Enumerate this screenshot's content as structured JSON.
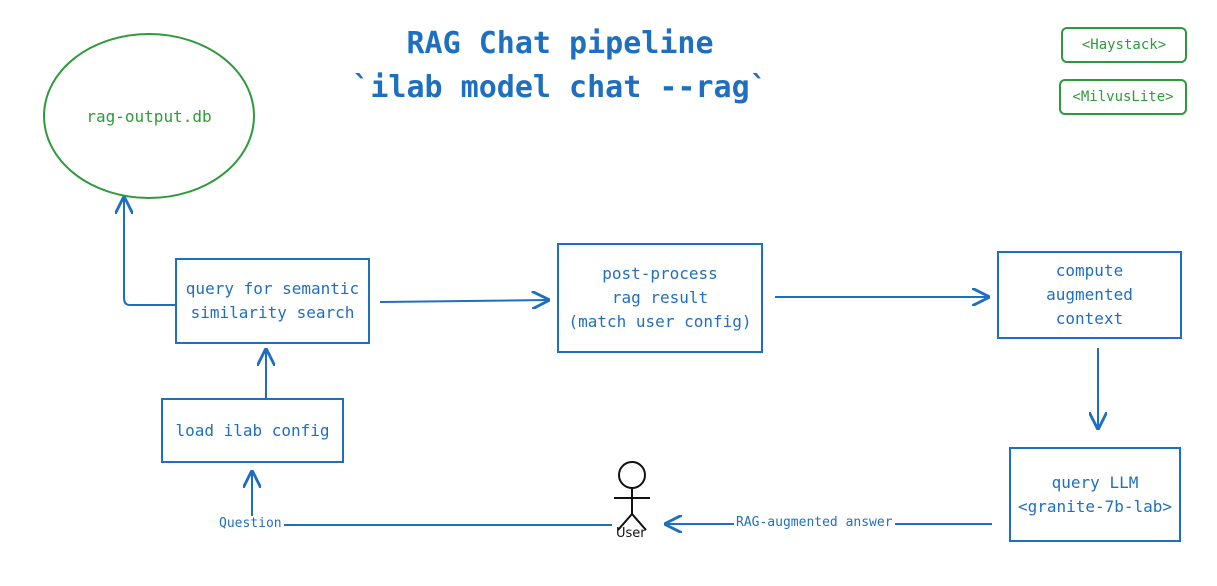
{
  "title": {
    "line1": "RAG Chat pipeline",
    "line2": "`ilab model chat --rag`"
  },
  "tags": {
    "haystack": "<Haystack>",
    "milvuslite": "<MilvusLite>"
  },
  "database": {
    "label": "rag-output.db"
  },
  "nodes": {
    "query_semantic": [
      "query for semantic",
      "similarity search"
    ],
    "post_process": [
      "post-process",
      "rag result",
      "(match user config)"
    ],
    "compute_context": [
      "compute",
      "augmented",
      "context"
    ],
    "load_config": [
      "load ilab config"
    ],
    "query_llm": [
      "query LLM",
      "<granite-7b-lab>"
    ]
  },
  "edges": {
    "question": "Question",
    "rag_answer": "RAG-augmented answer"
  },
  "actor": {
    "label": "User"
  },
  "colors": {
    "primary": "#1f6fc0",
    "secondary": "#2e9a3a"
  }
}
